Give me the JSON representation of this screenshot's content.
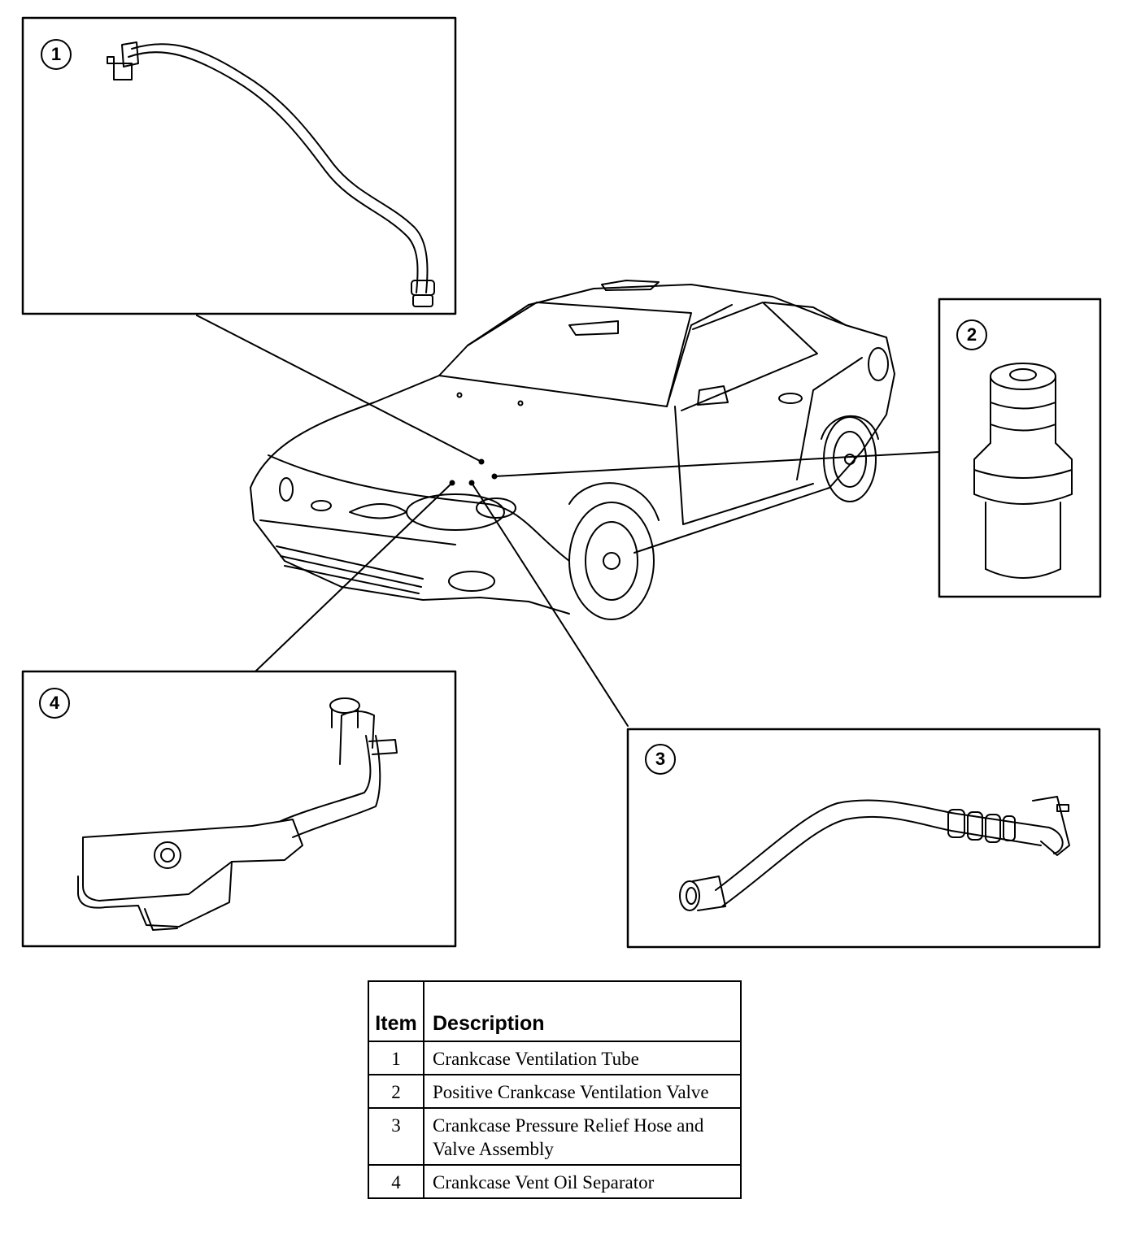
{
  "callouts": [
    "1",
    "2",
    "3",
    "4"
  ],
  "table": {
    "headers": {
      "item": "Item",
      "description": "Description"
    },
    "rows": [
      {
        "item": "1",
        "description": "Crankcase Ventilation Tube"
      },
      {
        "item": "2",
        "description": "Positive Crankcase Ventilation Valve"
      },
      {
        "item": "3",
        "description": "Crankcase Pressure Relief Hose and Valve Assembly"
      },
      {
        "item": "4",
        "description": "Crankcase Vent Oil Separator"
      }
    ]
  }
}
